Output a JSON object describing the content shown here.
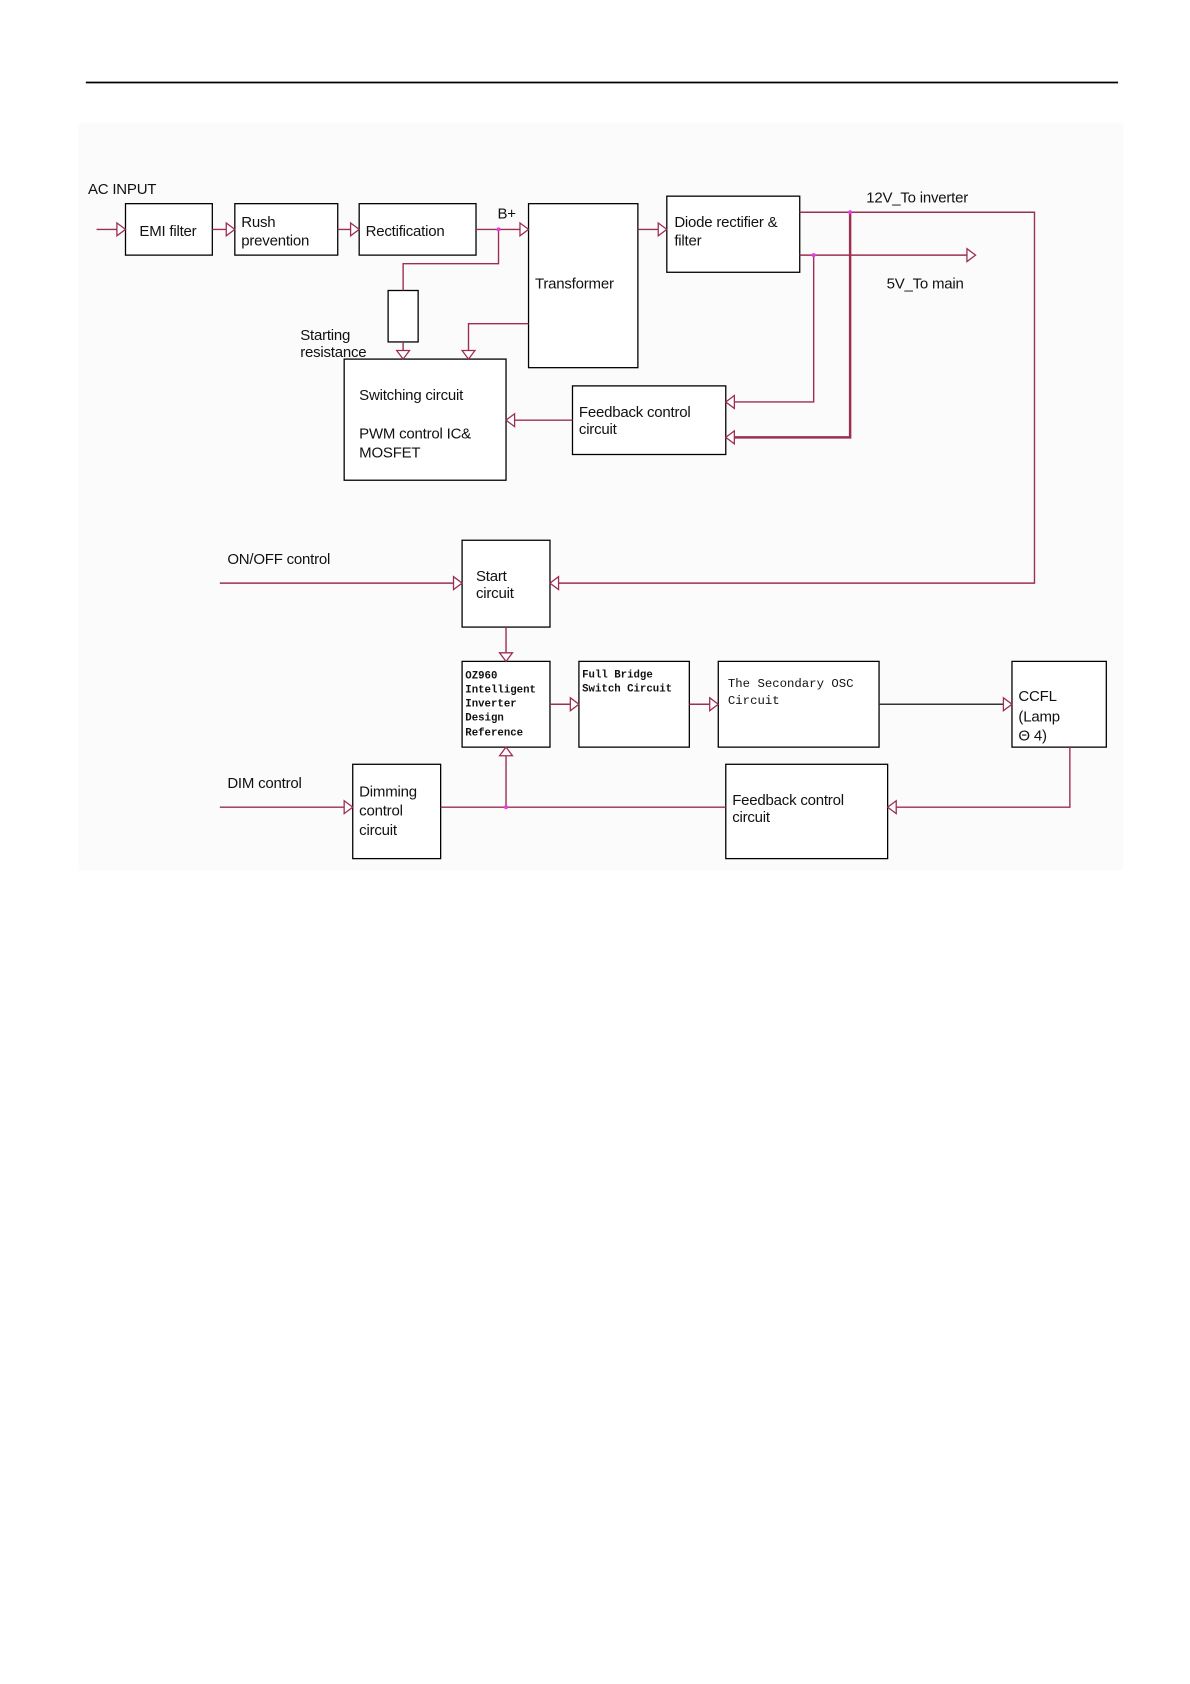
{
  "colors": {
    "wire": "#9c2f50",
    "junction": "#e23fe2",
    "block_border": "#000000",
    "signal_line": "#333333",
    "header_rule": "#000000"
  },
  "labels": {
    "ac_input": "AC INPUT",
    "b_plus": "B+",
    "out_12v": "12V_To inverter",
    "out_5v": "5V_To main",
    "starting_resistance": [
      "Starting",
      "resistance"
    ],
    "on_off_control": "ON/OFF control",
    "dim_control": "DIM control"
  },
  "blocks": {
    "emi_filter": [
      "EMI filter"
    ],
    "rush_prevention": [
      "Rush",
      "prevention"
    ],
    "rectification": [
      "Rectification"
    ],
    "transformer": [
      "Transformer"
    ],
    "diode_rectifier": [
      "Diode rectifier &",
      "filter"
    ],
    "switching_circuit": [
      "Switching circuit",
      "PWM control IC&",
      "MOSFET"
    ],
    "feedback_control_power": [
      "Feedback control",
      "circuit"
    ],
    "start_circuit": [
      "Start",
      "circuit"
    ],
    "oz960": [
      "OZ960",
      "Intelligent",
      "Inverter",
      "Design",
      "Reference"
    ],
    "full_bridge": [
      "Full Bridge",
      "Switch Circuit"
    ],
    "secondary_osc": [
      "The Secondary OSC",
      "Circuit"
    ],
    "ccfl": [
      "CCFL",
      "(Lamp",
      "Θ 4)"
    ],
    "dimming_control": [
      "Dimming",
      "control",
      "circuit"
    ],
    "feedback_control_lamp": [
      "Feedback control",
      "circuit"
    ]
  }
}
